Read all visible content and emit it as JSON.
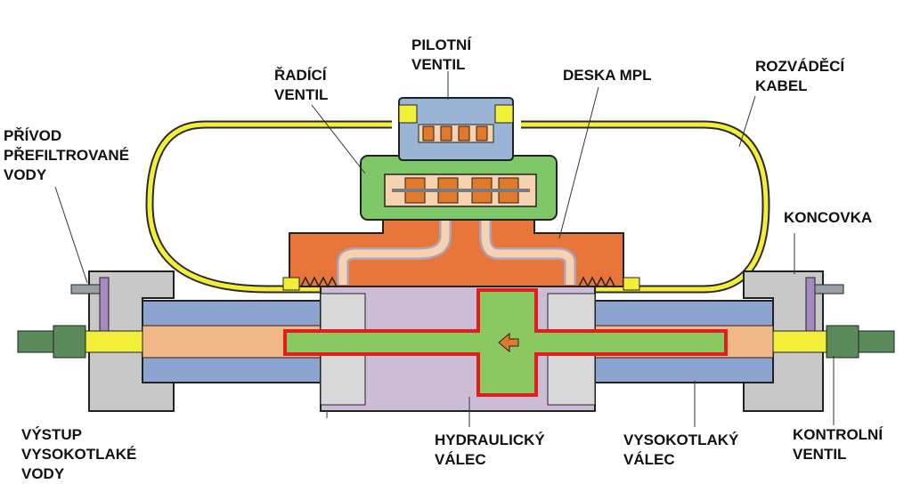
{
  "labels": {
    "pilot_valve": "PILOTNÍ\nVENTIL",
    "shift_valve": "ŘADÍCÍ\nVENTIL",
    "mpl_plate": "DESKA MPL",
    "distribution_cable": "ROZVÁDĚCÍ\nKABEL",
    "filtered_water_inlet": "PŘÍVOD\nPŘEFILTROVANÉ\nVODY",
    "end_fitting": "KONCOVKA",
    "high_pressure_water_outlet": "VÝSTUP\nVYSOKOTLAKÉ\nVODY",
    "hydraulic_cylinder": "HYDRAULICKÝ\nVÁLEC",
    "high_pressure_cylinder": "VYSOKOTLAKÝ\nVÁLEC",
    "check_valve": "KONTROLNÍ\nVENTIL"
  },
  "colors": {
    "cable": "#f2ee3a",
    "shift_valve_body": "#7ec86a",
    "pilot_valve_body": "#9ab4d6",
    "manifold": "#e8763a",
    "hp_cylinder": "#8ea4d0",
    "hydraulic_chamber": "#cdbcd6",
    "piston": "#8cc860",
    "piston_outline": "#e01e1e",
    "end_cap": "#c8c8c8",
    "water": "#f0b888",
    "fitting": "#5a8a5a",
    "spool": "#e07a2a",
    "arrow": "#e07a2a"
  }
}
